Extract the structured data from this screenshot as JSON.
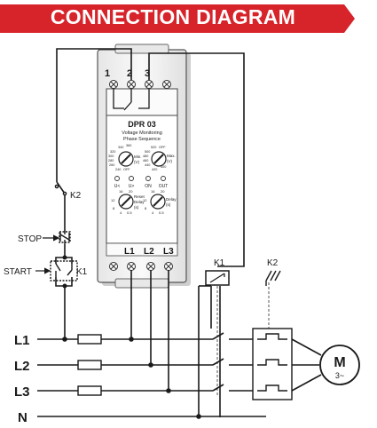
{
  "title": "CONNECTION DIAGRAM",
  "colors": {
    "banner": "#d7232a",
    "line": "#1a1a1a",
    "device": "#f2f2f2"
  },
  "device": {
    "model": "DPR 03",
    "function_line1": "Voltage Monitoring",
    "function_line2": "Phase Sequence",
    "top_terminals": [
      "1",
      "2",
      "3"
    ],
    "bottom_terminals": [
      "L1",
      "L2",
      "L3"
    ],
    "min_knob": {
      "label": "Min.",
      "unit": "(V)",
      "scale": [
        "340",
        "360",
        "320",
        "300",
        "280",
        "260",
        "240",
        "OFF"
      ]
    },
    "max_knob": {
      "label": "Max.",
      "unit": "(V)",
      "scale": [
        "520",
        "OFF",
        "500",
        "480",
        "460",
        "440",
        "420",
        "400"
      ]
    },
    "leds": [
      "U<",
      "U>",
      "ON",
      "OUT"
    ],
    "reset_knob": {
      "label": "Reset",
      "label2": "Delay",
      "unit": "(s)",
      "scale": [
        "16",
        "20",
        "12",
        "8",
        "4",
        "0.5"
      ]
    },
    "delay_knob": {
      "label": "Delay",
      "unit": "(s)",
      "scale": [
        "16",
        "20",
        "12",
        "8",
        "4",
        "0.5"
      ]
    }
  },
  "labels": {
    "stop": "STOP",
    "start": "START",
    "k1_start": "K1",
    "k2_aux": "K2",
    "k1_coil": "K1",
    "k2_contact": "K2",
    "lines": [
      "L1",
      "L2",
      "L3",
      "N"
    ],
    "motor": "M",
    "motor_phase": "3~"
  }
}
